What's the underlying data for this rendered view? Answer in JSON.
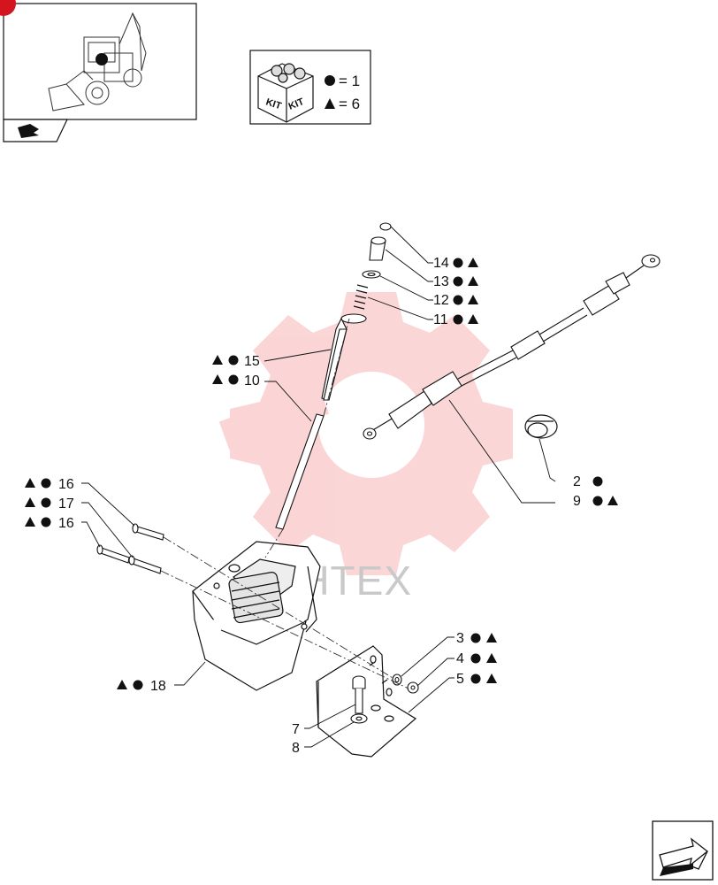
{
  "watermark": {
    "text": "MHTEX"
  },
  "kit_legend": {
    "kit_word": "KIT",
    "circle_text": "= 1",
    "triangle_text": "= 6"
  },
  "callouts": [
    {
      "num": "14",
      "symbols": [
        "circle",
        "triangle"
      ]
    },
    {
      "num": "13",
      "symbols": [
        "circle",
        "triangle"
      ]
    },
    {
      "num": "12",
      "symbols": [
        "circle",
        "triangle"
      ]
    },
    {
      "num": "11",
      "symbols": [
        "circle",
        "triangle"
      ]
    },
    {
      "num": "15",
      "symbols": [
        "triangle",
        "circle"
      ]
    },
    {
      "num": "10",
      "symbols": [
        "triangle",
        "circle"
      ]
    },
    {
      "num": "16",
      "symbols": [
        "triangle",
        "circle"
      ]
    },
    {
      "num": "17",
      "symbols": [
        "triangle",
        "circle"
      ]
    },
    {
      "num": "16",
      "symbols": [
        "triangle",
        "circle"
      ]
    },
    {
      "num": "2",
      "symbols": [
        "circle"
      ]
    },
    {
      "num": "9",
      "symbols": [
        "circle",
        "triangle"
      ]
    },
    {
      "num": "3",
      "symbols": [
        "circle",
        "triangle"
      ]
    },
    {
      "num": "4",
      "symbols": [
        "circle",
        "triangle"
      ]
    },
    {
      "num": "5",
      "symbols": [
        "circle",
        "triangle"
      ]
    },
    {
      "num": "18",
      "symbols": [
        "triangle",
        "circle"
      ]
    },
    {
      "num": "7",
      "symbols": []
    },
    {
      "num": "8",
      "symbols": []
    }
  ],
  "icons": {
    "thumbnail": "backhoe-loader-thumbnail",
    "nav_back": "arrow-left-icon",
    "nav_next": "arrow-right-icon"
  }
}
